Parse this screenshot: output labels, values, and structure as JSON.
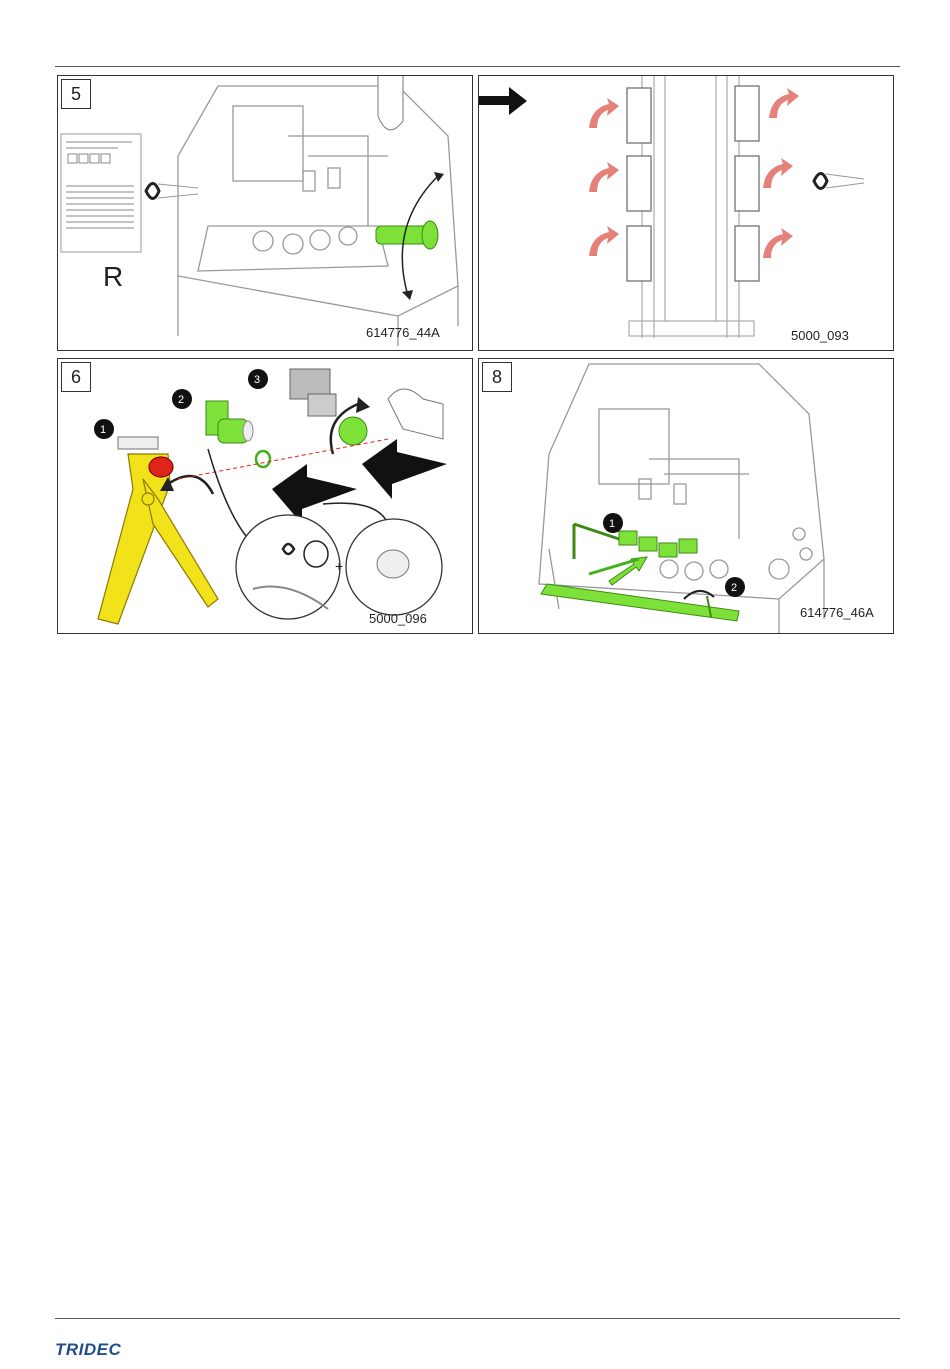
{
  "panels": [
    {
      "step": "5",
      "caption": "614776_44A",
      "label_letter": "R"
    },
    {
      "step": "",
      "caption": "5000_093"
    },
    {
      "step": "6",
      "caption": "5000_096",
      "badges": [
        "1",
        "2",
        "3"
      ],
      "plus": "+"
    },
    {
      "step": "8",
      "caption": "614776_46A",
      "badges": [
        "1",
        "2"
      ]
    }
  ],
  "footer": {
    "logo": "TRIDEC"
  },
  "colors": {
    "accent_green": "#7ee13a",
    "tool_yellow": "#f2e21a",
    "rotate_arrow": "#e5807a",
    "line": "#555555"
  },
  "icons": [
    "eye-icon",
    "arrow-right-icon",
    "curved-arrow-icon"
  ]
}
